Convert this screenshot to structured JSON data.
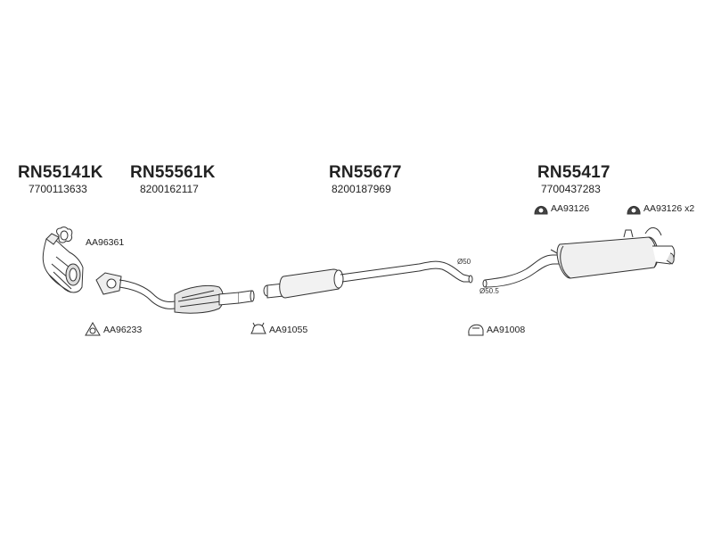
{
  "parts": [
    {
      "code": "RN55141K",
      "oe": "7700113633"
    },
    {
      "code": "RN55561K",
      "oe": "8200162117"
    },
    {
      "code": "RN55677",
      "oe": "8200187969"
    },
    {
      "code": "RN55417",
      "oe": "7700437283"
    }
  ],
  "accessories": {
    "aa96361": "AA96361",
    "aa96233": "AA96233",
    "aa91055": "AA91055",
    "aa91008": "AA91008",
    "aa93126_a": "AA93126",
    "aa93126_b": "AA93126 x2"
  },
  "dimensions": {
    "d50": "Ø50",
    "d505": "Ø50.5"
  },
  "colors": {
    "line": "#333333",
    "fill": "#ffffff",
    "shade": "#cfcfcf"
  }
}
